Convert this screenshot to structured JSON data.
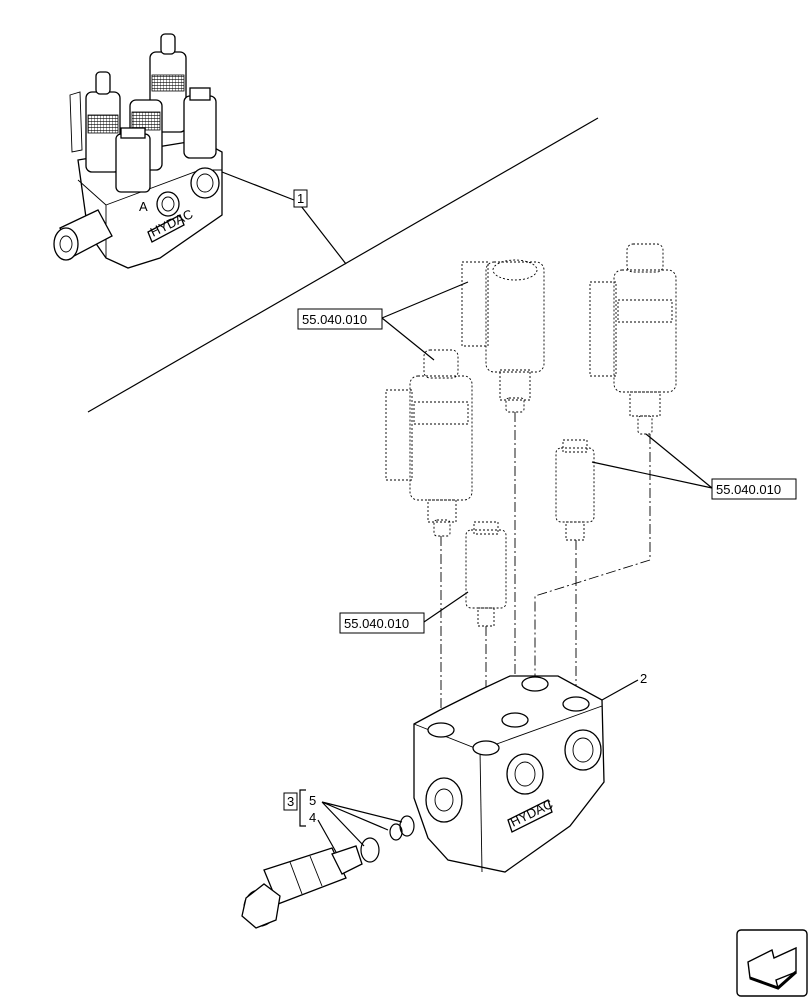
{
  "callouts": {
    "item_1": "1",
    "item_2": "2",
    "item_3": "3",
    "item_4": "4",
    "item_5": "5",
    "ref_upper": "55.040.010",
    "ref_right": "55.040.010",
    "ref_lower": "55.040.010"
  },
  "branding": {
    "valve_small": "HYDAC",
    "valve_main": "HYDAC",
    "port_mark": "A"
  },
  "icons": {
    "corner": "view-arrow-icon"
  }
}
